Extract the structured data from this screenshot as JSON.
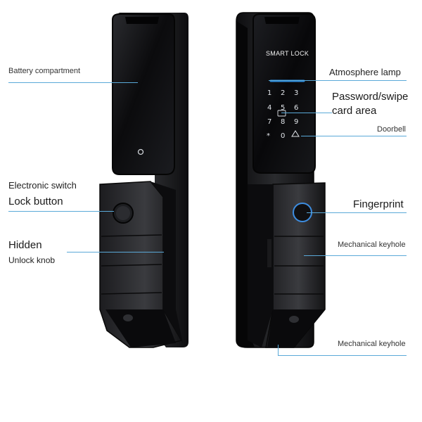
{
  "labels": {
    "battery_compartment": "Battery compartment",
    "electronic_switch": "Electronic switch",
    "lock_button": "Lock button",
    "hidden": "Hidden",
    "unlock_knob": "Unlock knob",
    "atmosphere_lamp": "Atmosphere lamp",
    "password_swipe": "Password/swipe",
    "card_area": "card area",
    "doorbell": "Doorbell",
    "fingerprint": "Fingerprint",
    "mechanical_keyhole_1": "Mechanical keyhole",
    "mechanical_keyhole_2": "Mechanical keyhole"
  },
  "device": {
    "brand_text": "SMART LOCK",
    "keypad": [
      "1",
      "2",
      "3",
      "4",
      "5",
      "6",
      "7",
      "8",
      "9",
      "*",
      "0"
    ]
  },
  "colors": {
    "callout": "#5aa9d8",
    "atmosphere_lamp": "#2f8fe0",
    "fingerprint_ring": "#3d8de0",
    "body": "#141416"
  }
}
